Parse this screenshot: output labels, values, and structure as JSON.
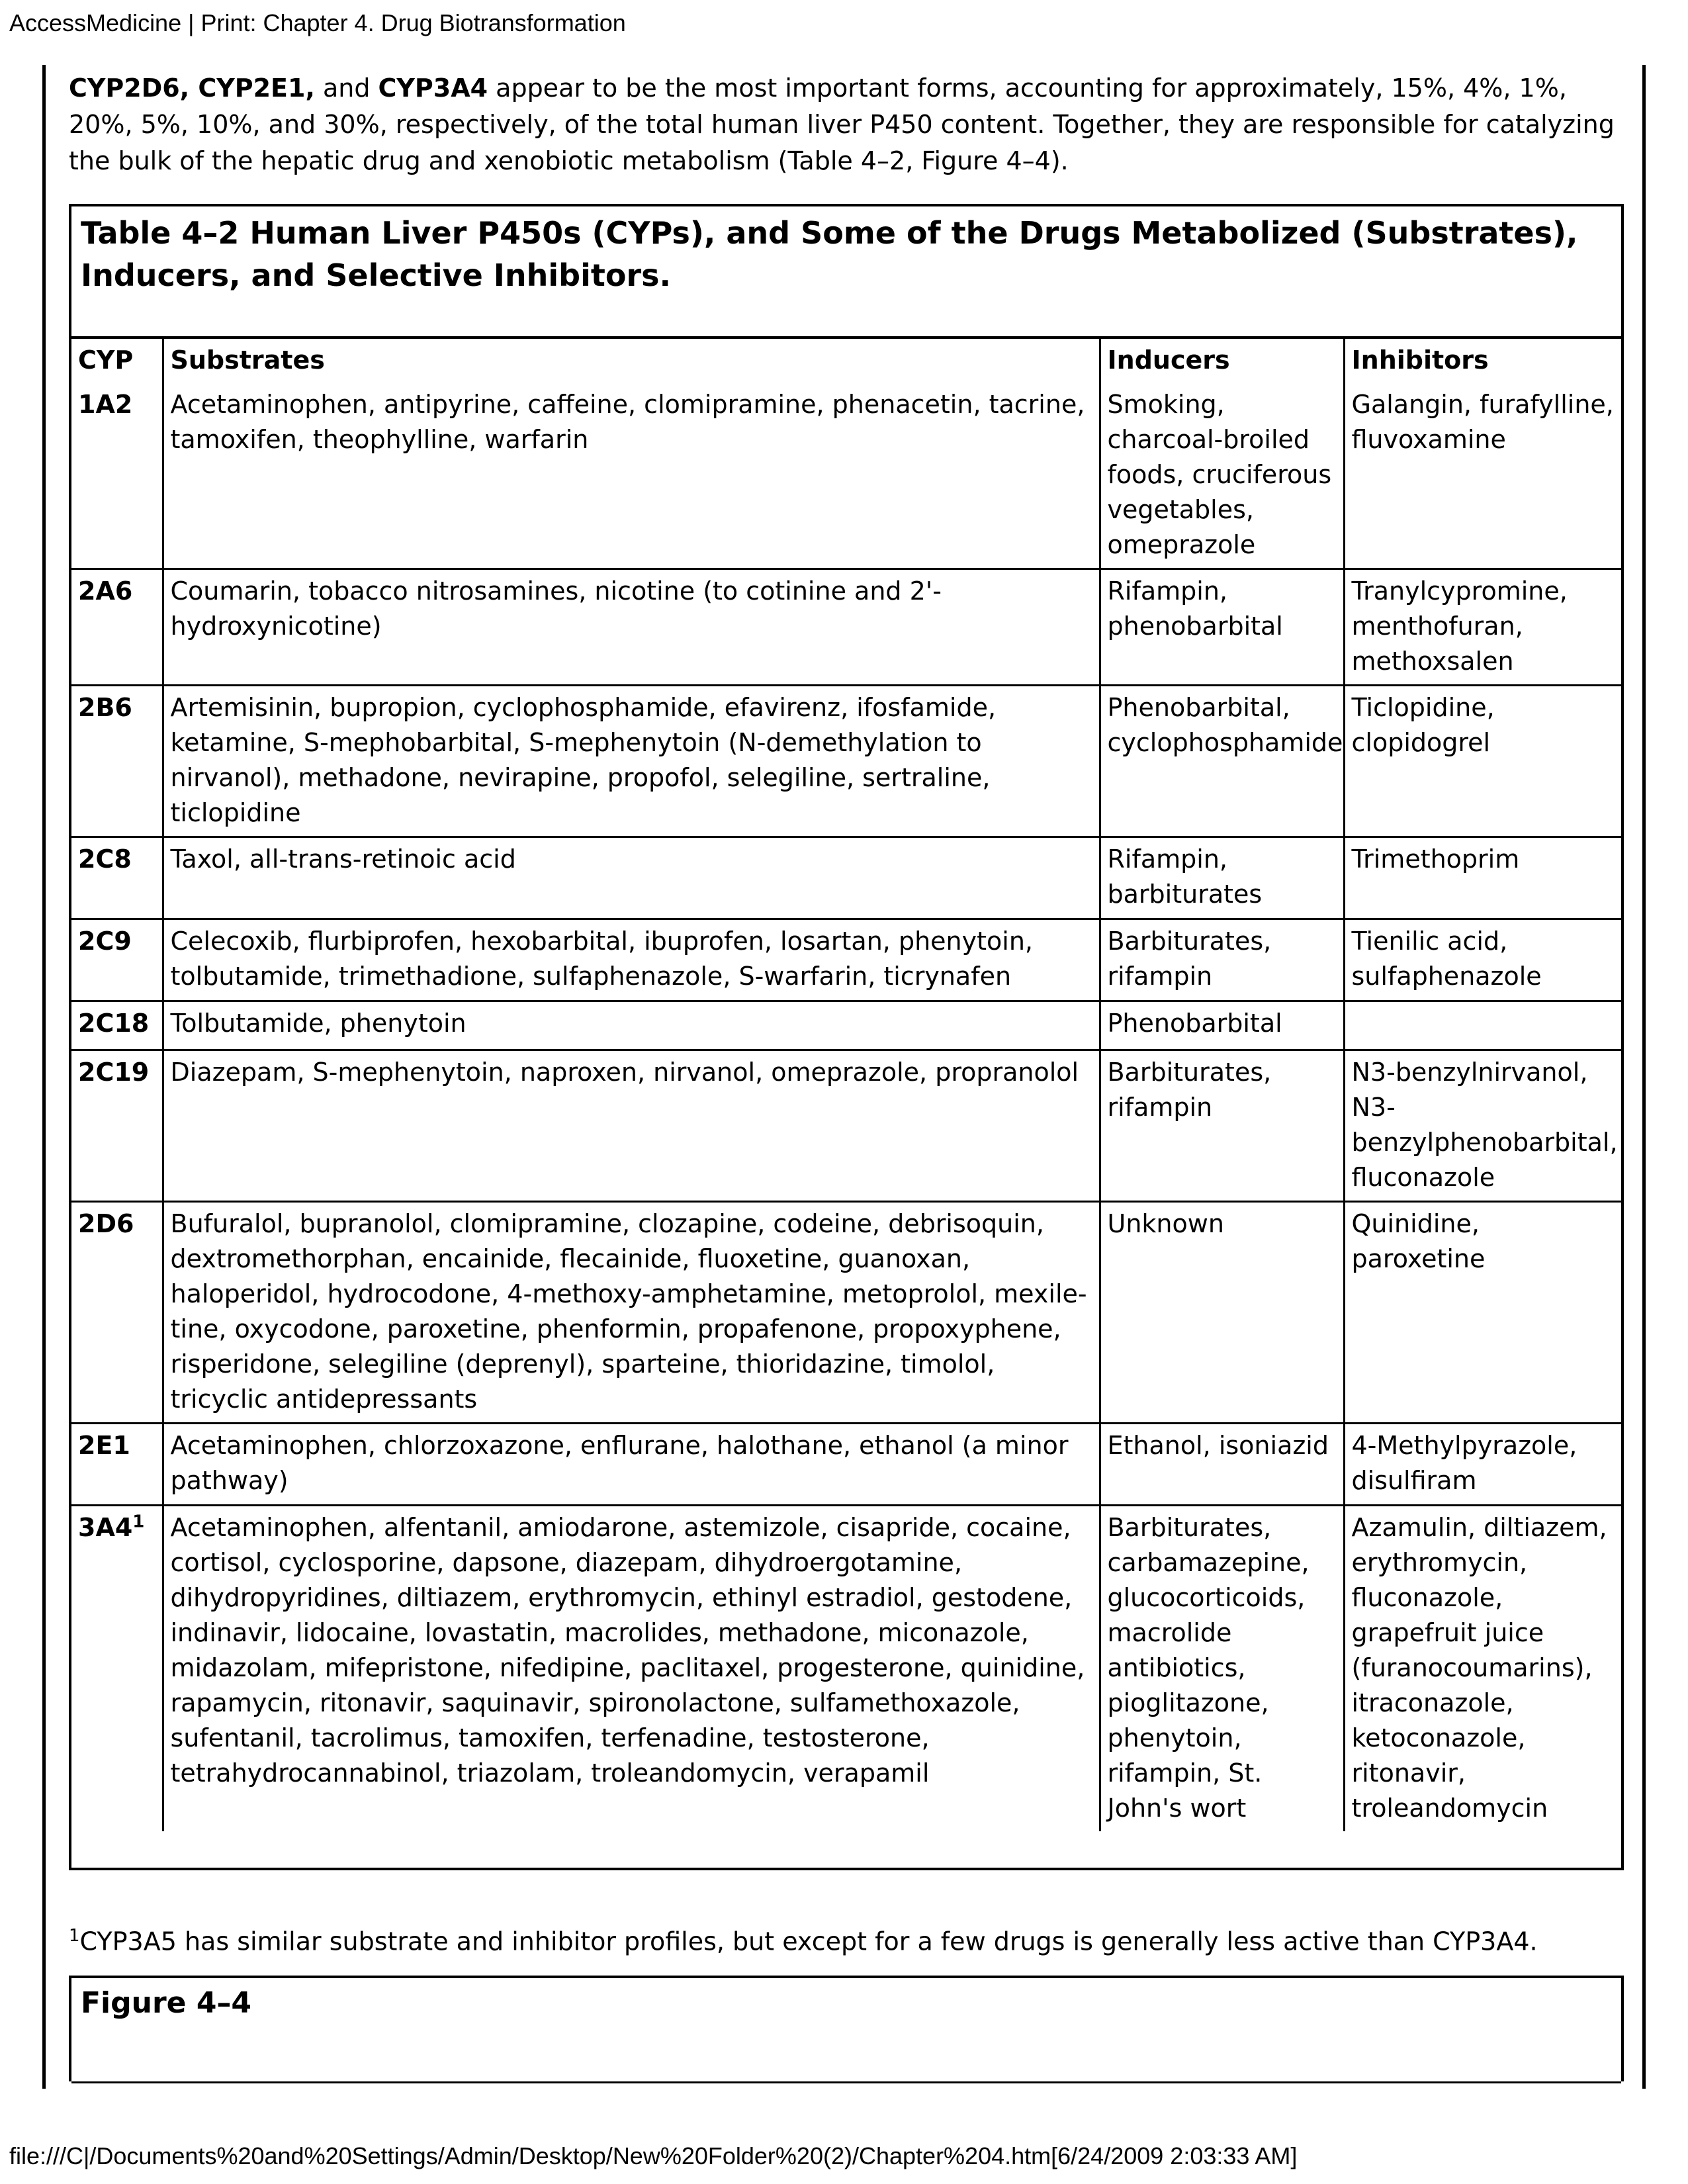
{
  "header": {
    "title": "AccessMedicine | Print: Chapter 4. Drug Biotransformation"
  },
  "intro": {
    "bold_forms": "CYP2D6, CYP2E1,",
    "and": " and ",
    "bold_3a4": "CYP3A4",
    "text": " appear to be the most important forms, accounting for approximately, 15%, 4%, 1%, 20%, 5%, 10%, and 30%, respectively, of the total human liver P450 content. Together, they are responsible for catalyzing the bulk of the hepatic drug and xenobiotic metabolism (Table 4–2, Figure 4–4)."
  },
  "table": {
    "title": "Table 4–2 Human Liver P450s (CYPs), and Some of the Drugs Metabolized (Substrates), Inducers, and Selective Inhibitors.",
    "headers": [
      "CYP",
      "Substrates",
      "Inducers",
      "Inhibitors"
    ],
    "rows": [
      {
        "cyp": "1A2",
        "sup": "",
        "substrates": "Acetaminophen, antipyrine, caffeine, clomipramine, phenacetin, tacrine, tamoxifen, theophylline, warfarin",
        "inducers": "Smoking, charcoal-broiled foods, cruciferous vegetables, omeprazole",
        "inhibitors": "Galangin, furafylline, fluvoxamine"
      },
      {
        "cyp": "2A6",
        "sup": "",
        "substrates": "Coumarin, tobacco nitrosamines, nicotine (to cotinine and 2'-hydroxynicotine)",
        "inducers": "Rifampin, phenobarbital",
        "inhibitors": "Tranylcypromine, menthofuran, methoxsalen"
      },
      {
        "cyp": "2B6",
        "sup": "",
        "substrates": "Artemisinin, bupropion, cyclophosphamide, efavirenz, ifosfamide, ketamine, S-mephobarbital, S-mephenytoin (N-demethylation to nirvanol), methadone, nevirapine, propofol, selegiline, sertraline, ticlopidine",
        "inducers": "Phenobarbital, cyclophosphamide",
        "inhibitors": "Ticlopidine, clopidogrel"
      },
      {
        "cyp": "2C8",
        "sup": "",
        "substrates": "Taxol, all-trans-retinoic acid",
        "inducers": "Rifampin, barbiturates",
        "inhibitors": "Trimethoprim"
      },
      {
        "cyp": "2C9",
        "sup": "",
        "substrates": "Celecoxib, flurbiprofen, hexobarbital, ibuprofen, losartan, phenytoin, tolbutamide, trimethadione, sulfaphenazole, S-warfarin, ticrynafen",
        "inducers": "Barbiturates, rifampin",
        "inhibitors": "Tienilic acid, sulfaphenazole"
      },
      {
        "cyp": "2C18",
        "sup": "",
        "substrates": "Tolbutamide, phenytoin",
        "inducers": "Phenobarbital",
        "inhibitors": ""
      },
      {
        "cyp": "2C19",
        "sup": "",
        "substrates": "Diazepam, S-mephenytoin, naproxen, nirvanol, omeprazole, propranolol",
        "inducers": "Barbiturates, rifampin",
        "inhibitors": "N3-benzylnirvanol, N3-benzylphenobarbital, fluconazole"
      },
      {
        "cyp": "2D6",
        "sup": "",
        "substrates": "Bufuralol, bupranolol, clomipramine, clozapine, codeine, debrisoquin, dextromethorphan, encainide, flecainide, fluoxetine, guanoxan, haloperidol, hydrocodone, 4-methoxy-amphetamine, metoprolol, mexile-tine, oxycodone, paroxetine, phenformin, propafenone, propoxyphene, risperidone, selegiline (deprenyl), sparteine, thioridazine, timolol, tricyclic antidepressants",
        "inducers": "Unknown",
        "inhibitors": "Quinidine, paroxetine"
      },
      {
        "cyp": "2E1",
        "sup": "",
        "substrates": "Acetaminophen, chlorzoxazone, enflurane, halothane, ethanol (a minor pathway)",
        "inducers": "Ethanol, isoniazid",
        "inhibitors": "4-Methylpyrazole, disulfiram"
      },
      {
        "cyp": "3A4",
        "sup": "1",
        "substrates": "Acetaminophen, alfentanil, amiodarone, astemizole, cisapride, cocaine, cortisol, cyclosporine, dapsone, diazepam, dihydroergotamine, dihydropyridines, diltiazem, erythromycin, ethinyl estradiol, gestodene, indinavir, lidocaine, lovastatin, macrolides, methadone, miconazole, midazolam, mifepristone, nifedipine, paclitaxel, progesterone, quinidine, rapamycin, ritonavir, saquinavir, spironolactone, sulfamethoxazole, sufentanil, tacrolimus, tamoxifen, terfenadine, testosterone, tetrahydrocannabinol, triazolam, troleandomycin, verapamil",
        "inducers": "Barbiturates, carbamazepine, glucocorticoids, macrolide antibiotics, pioglitazone, phenytoin, rifampin, St. John's wort",
        "inhibitors": "Azamulin, diltiazem, erythromycin, fluconazole, grapefruit juice (furanocoumarins), itraconazole, ketoconazole, ritonavir, troleandomycin"
      }
    ]
  },
  "footnote": {
    "marker": "1",
    "text": "CYP3A5 has similar substrate and inhibitor profiles, but except for a few drugs is generally less active than CYP3A4."
  },
  "figure": {
    "label": "Figure 4–4"
  },
  "footer": {
    "url": "file:///C|/Documents%20and%20Settings/Admin/Desktop/New%20Folder%20(2)/Chapter%204.htm[6/24/2009 2:03:33 AM]"
  }
}
